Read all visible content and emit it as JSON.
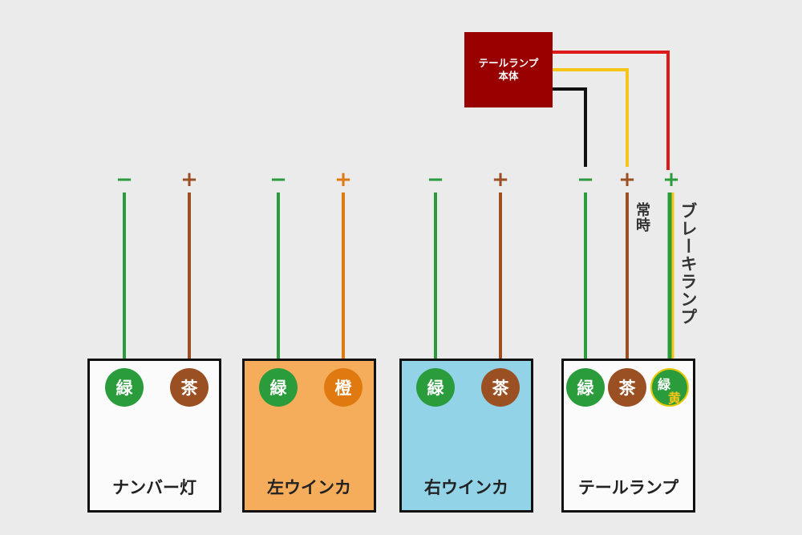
{
  "colors": {
    "green": "#2a9c3c",
    "brown": "#9a5022",
    "orange": "#e07a10",
    "red": "#dd1a1a",
    "yellow": "#f5c518",
    "black": "#111111",
    "tail_body": "#990000",
    "box_orange": "#f5ad5b",
    "box_blue": "#93d3e8"
  },
  "tail_body": {
    "line1": "テールランプ",
    "line2": "本体"
  },
  "signs": {
    "minus": "−",
    "plus": "+"
  },
  "units": [
    {
      "label": "ナンバー灯",
      "fill": "#fbfbfb",
      "wire1": "緑",
      "wire2": "茶"
    },
    {
      "label": "左ウインカ",
      "fill": "#f5ad5b",
      "wire1": "緑",
      "wire2": "橙"
    },
    {
      "label": "右ウインカ",
      "fill": "#93d3e8",
      "wire1": "緑",
      "wire2": "茶"
    },
    {
      "label": "テールランプ",
      "fill": "#fbfbfb",
      "wire1": "緑",
      "wire2": "茶",
      "wire3_top": "緑",
      "wire3_bottom": "黄"
    }
  ],
  "side_labels": {
    "constant": "常時",
    "brake": "ブレーキランプ"
  }
}
